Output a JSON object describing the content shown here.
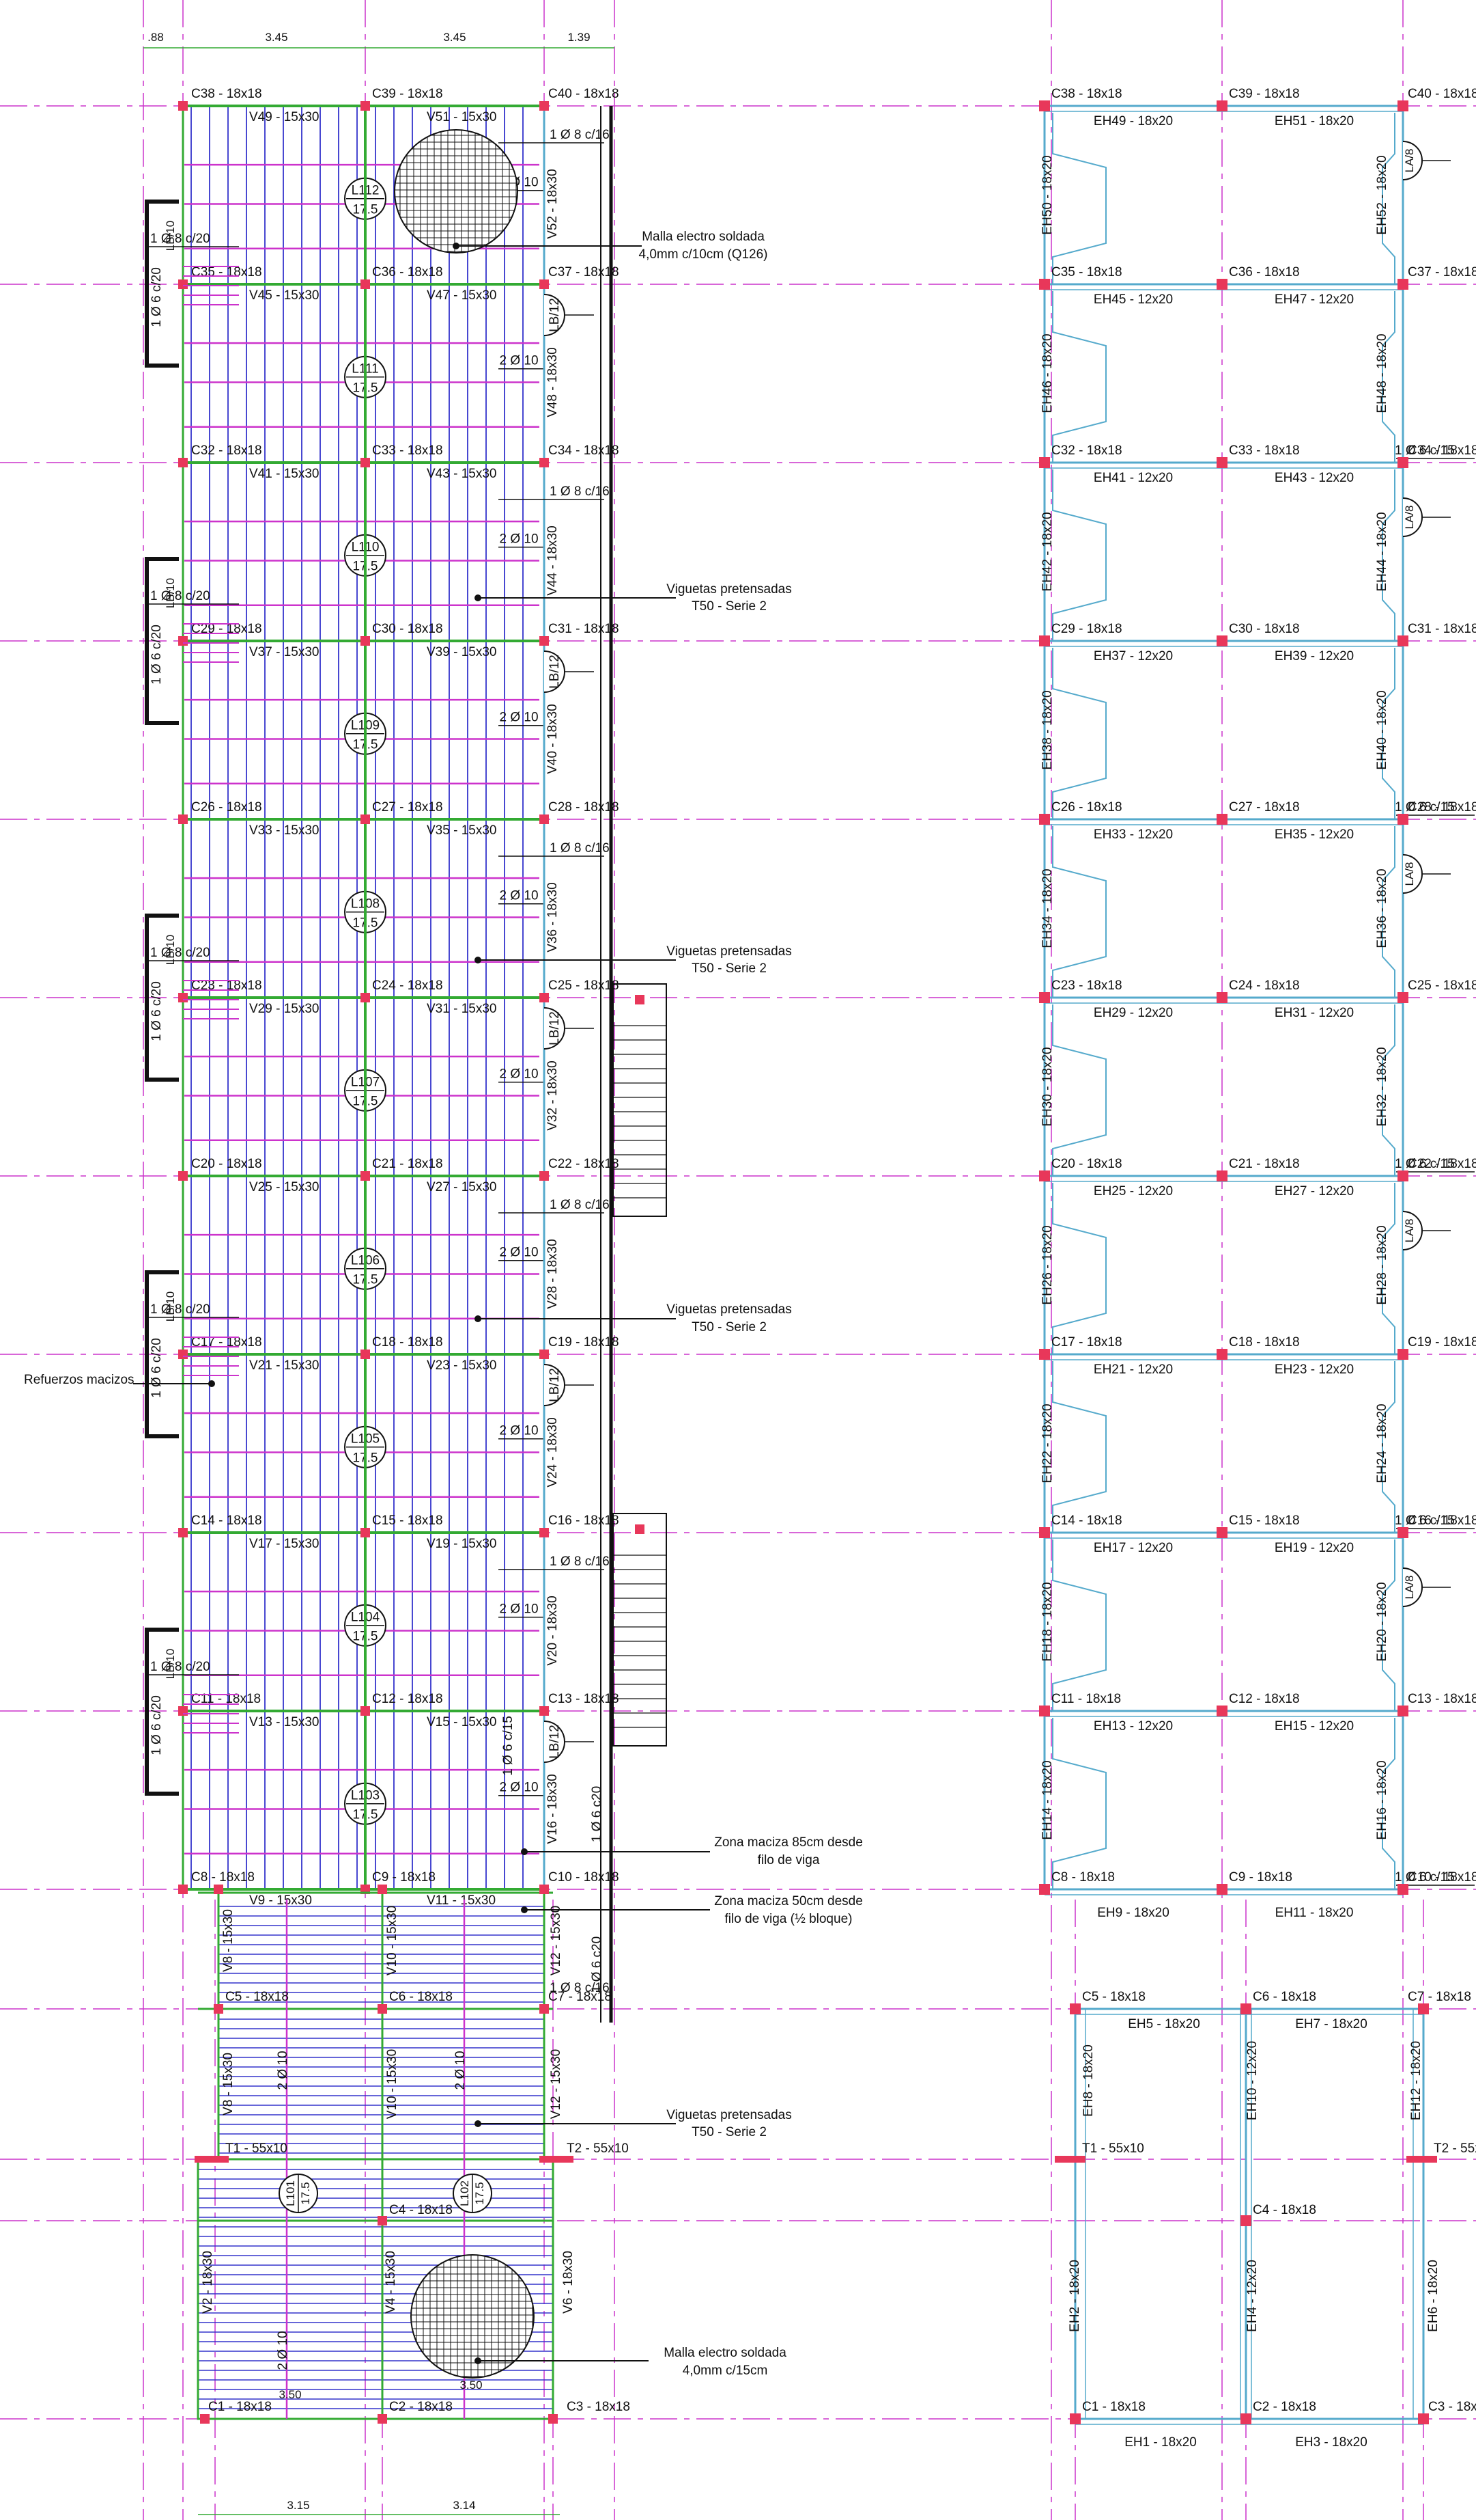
{
  "dims": {
    "top": [
      ".88",
      "3.45",
      "3.45",
      "1.39"
    ],
    "bottom": [
      "3.15",
      "3.14"
    ]
  },
  "left_plan": {
    "columns": [
      "C38 - 18x18",
      "C39 - 18x18",
      "C40 - 18x18",
      "C35 - 18x18",
      "C36 - 18x18",
      "C37 - 18x18",
      "C32 - 18x18",
      "C33 - 18x18",
      "C34 - 18x18",
      "C29 - 18x18",
      "C30 - 18x18",
      "C31 - 18x18",
      "C26 - 18x18",
      "C27 - 18x18",
      "C28 - 18x18",
      "C23 - 18x18",
      "C24 - 18x18",
      "C25 - 18x18",
      "C20 - 18x18",
      "C21 - 18x18",
      "C22 - 18x18",
      "C17 - 18x18",
      "C18 - 18x18",
      "C19 - 18x18",
      "C14 - 18x18",
      "C15 - 18x18",
      "C16 - 18x18",
      "C11 - 18x18",
      "C12 - 18x18",
      "C13 - 18x18",
      "C8 - 18x18",
      "C9 - 18x18",
      "C10 - 18x18",
      "C5 - 18x18",
      "C6 - 18x18",
      "C7 - 18x18",
      "C4 - 18x18",
      "C1 - 18x18",
      "C2 - 18x18",
      "C3 - 18x18"
    ],
    "beams": [
      "V49 - 15x30",
      "V51 - 15x30",
      "V45 - 15x30",
      "V47 - 15x30",
      "V41 - 15x30",
      "V43 - 15x30",
      "V37 - 15x30",
      "V39 - 15x30",
      "V33 - 15x30",
      "V35 - 15x30",
      "V29 - 15x30",
      "V31 - 15x30",
      "V25 - 15x30",
      "V27 - 15x30",
      "V21 - 15x30",
      "V23 - 15x30",
      "V17 - 15x30",
      "V19 - 15x30",
      "V13 - 15x30",
      "V15 - 15x30",
      "V9 - 15x30",
      "V11 - 15x30"
    ],
    "beams_vertical": [
      "V52 - 18x30",
      "V48 - 18x30",
      "V44 - 18x30",
      "V40 - 18x30",
      "V36 - 18x30",
      "V32 - 18x30",
      "V28 - 18x30",
      "V24 - 18x30",
      "V20 - 18x30",
      "V16 - 18x30",
      "V8 - 15x30",
      "V10 - 15x30",
      "V12 - 15x30",
      "V8 - 15x30",
      "V10 - 15x30",
      "V12 - 15x30",
      "V2 - 18x30",
      "V4 - 15x30",
      "V6 - 18x30"
    ],
    "ties": [
      "T1 - 55x10",
      "T2 - 55x10"
    ],
    "slabs": [
      {
        "id": "L112",
        "h": "17.5"
      },
      {
        "id": "L111",
        "h": "17.5"
      },
      {
        "id": "L110",
        "h": "17.5"
      },
      {
        "id": "L109",
        "h": "17.5"
      },
      {
        "id": "L108",
        "h": "17.5"
      },
      {
        "id": "L107",
        "h": "17.5"
      },
      {
        "id": "L106",
        "h": "17.5"
      },
      {
        "id": "L105",
        "h": "17.5"
      },
      {
        "id": "L104",
        "h": "17.5"
      },
      {
        "id": "L103",
        "h": "17.5"
      }
    ],
    "small_slabs": [
      {
        "id": "L101",
        "h": "17.5"
      },
      {
        "id": "L102",
        "h": "17.5"
      }
    ],
    "reinf_top": [
      "1 Ø 8 c/16",
      "1 Ø 8 c/16",
      "1 Ø 8 c/16",
      "1 Ø 8 c/16"
    ],
    "reinf_2o10": "2 Ø 10",
    "reinf_left_a": "1 Ø 8 c/20",
    "reinf_left_b": "1 Ø 6 c/20",
    "reinf_left_c": "LB/10",
    "lb12": "LB/12",
    "reinf_v16": [
      "1 Ø 6 c/15",
      "1 Ø 6 c20"
    ],
    "reinf_v12": [
      "1 Ø 6 c20",
      "1 Ø 8 c/16"
    ],
    "bottom_dims": [
      "3.50",
      "3.50"
    ]
  },
  "notes": {
    "malla_top": [
      "Malla electro soldada",
      "4,0mm c/10cm (Q126)"
    ],
    "viguetas": [
      "Viguetas pretensadas",
      "T50 - Serie 2"
    ],
    "refuerzos": "Refuerzos macizos",
    "zona85": [
      "Zona maciza 85cm desde",
      "filo de viga"
    ],
    "zona50": [
      "Zona maciza 50cm desde",
      "filo de viga (½ bloque)"
    ],
    "malla_bottom": [
      "Malla electro soldada",
      "4,0mm c/15cm"
    ]
  },
  "right_plan": {
    "columns": [
      "C38 - 18x18",
      "C39 - 18x18",
      "C40 - 18x18",
      "C35 - 18x18",
      "C36 - 18x18",
      "C37 - 18x18",
      "C32 - 18x18",
      "C33 - 18x18",
      "C34 - 18x18",
      "C29 - 18x18",
      "C30 - 18x18",
      "C31 - 18x18",
      "C26 - 18x18",
      "C27 - 18x18",
      "C28 - 18x18",
      "C23 - 18x18",
      "C24 - 18x18",
      "C25 - 18x18",
      "C20 - 18x18",
      "C21 - 18x18",
      "C22 - 18x18",
      "C17 - 18x18",
      "C18 - 18x18",
      "C19 - 18x18",
      "C14 - 18x18",
      "C15 - 18x18",
      "C16 - 18x18",
      "C11 - 18x18",
      "C12 - 18x18",
      "C13 - 18x18",
      "C8 - 18x18",
      "C9 - 18x18",
      "C10 - 18x18"
    ],
    "beams_h": [
      "EH49 - 18x20",
      "EH51 - 18x20",
      "EH45 - 12x20",
      "EH47 - 12x20",
      "EH41 - 12x20",
      "EH43 - 12x20",
      "EH37 - 12x20",
      "EH39 - 12x20",
      "EH33 - 12x20",
      "EH35 - 12x20",
      "EH29 - 12x20",
      "EH31 - 12x20",
      "EH25 - 12x20",
      "EH27 - 12x20",
      "EH21 - 12x20",
      "EH23 - 12x20",
      "EH17 - 12x20",
      "EH19 - 12x20",
      "EH13 - 12x20",
      "EH15 - 12x20",
      "EH9 - 18x20",
      "EH11 - 18x20"
    ],
    "beams_v_left": [
      "EH50 - 18x20",
      "EH46 - 18x20",
      "EH42 - 18x20",
      "EH38 - 18x20",
      "EH34 - 18x20",
      "EH30 - 18x20",
      "EH26 - 18x20",
      "EH22 - 18x20",
      "EH18 - 18x20",
      "EH14 - 18x20"
    ],
    "beams_v_right": [
      "EH52 - 18x20",
      "EH48 - 18x20",
      "EH44 - 18x20",
      "EH40 - 18x20",
      "EH36 - 18x20",
      "EH32 - 18x20",
      "EH28 - 18x20",
      "EH24 - 18x20",
      "EH20 - 18x20",
      "EH16 - 18x20"
    ],
    "la8": "LA/8",
    "reinf": "1 Ø 6 c/15"
  },
  "right_lower": {
    "columns": [
      "C5 - 18x18",
      "C6 - 18x18",
      "C7 - 18x18",
      "C4 - 18x18",
      "C1 - 18x18",
      "C2 - 18x18",
      "C3 - 18x1"
    ],
    "beams_h": [
      "EH5 - 18x20",
      "EH7 - 18x20",
      "EH1 - 18x20",
      "EH3 - 18x20"
    ],
    "beams_v": [
      "EH8 - 18x20",
      "EH10 - 12x20",
      "EH12 - 18x20",
      "EH2 - 18x20",
      "EH4 - 12x20",
      "EH6 - 18x20"
    ],
    "ties": [
      "T1 - 55x10",
      "T2 - 55x1"
    ]
  },
  "colors": {
    "grid": "#cc33cc",
    "joist": "#3333cc",
    "beam": "#33aa33",
    "column": "#e8375a",
    "support": "#55aacc",
    "ink": "#111111"
  }
}
